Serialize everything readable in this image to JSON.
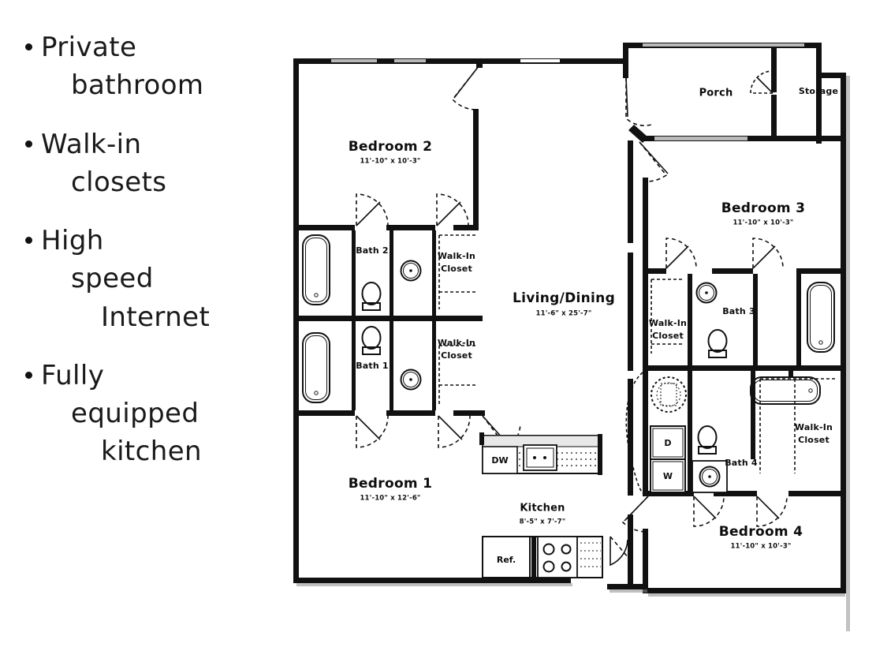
{
  "features": {
    "items": [
      {
        "lines": [
          "Private",
          "bathroom"
        ]
      },
      {
        "lines": [
          "Walk-in",
          "closets"
        ]
      },
      {
        "lines": [
          "High",
          "speed",
          "Internet"
        ]
      },
      {
        "lines": [
          "Fully",
          "equipped",
          "kitchen"
        ]
      }
    ],
    "text_0_line_0": "Private",
    "text_0_line_1": "bathroom",
    "text_1_line_0": "Walk-in",
    "text_1_line_1": "closets",
    "text_2_line_0": "High",
    "text_2_line_1": "speed",
    "text_2_line_2": "Internet",
    "text_3_line_0": "Fully",
    "text_3_line_1": "equipped",
    "text_3_line_2": "kitchen"
  },
  "floorplan": {
    "rooms": {
      "bedroom2": {
        "name": "Bedroom 2",
        "dims": "11'-10\" x 10'-3\""
      },
      "bedroom1": {
        "name": "Bedroom 1",
        "dims": "11'-10\" x 12'-6\""
      },
      "bedroom3": {
        "name": "Bedroom 3",
        "dims": "11'-10\" x 10'-3\""
      },
      "bedroom4": {
        "name": "Bedroom 4",
        "dims": "11'-10\" x 10'-3\""
      },
      "living_dining": {
        "name": "Living/Dining",
        "dims": "11'-6\" x 25'-7\""
      },
      "kitchen": {
        "name": "Kitchen",
        "dims": "8'-5\" x 7'-7\""
      },
      "porch": {
        "name": "Porch",
        "dims": ""
      },
      "storage": {
        "name": "Storage",
        "dims": ""
      },
      "bath1": {
        "name": "Bath 1",
        "dims": ""
      },
      "bath2": {
        "name": "Bath 2",
        "dims": ""
      },
      "bath3": {
        "name": "Bath 3",
        "dims": ""
      },
      "bath4": {
        "name": "Bath 4",
        "dims": ""
      },
      "closet_b2": {
        "name_line1": "Walk-In",
        "name_line2": "Closet"
      },
      "closet_b1": {
        "name_line1": "Walk-In",
        "name_line2": "Closet"
      },
      "closet_b3": {
        "name_line1": "Walk-In",
        "name_line2": "Closet"
      },
      "closet_b4": {
        "name_line1": "Walk-In",
        "name_line2": "Closet"
      }
    },
    "appliances": {
      "dishwasher": "DW",
      "refrigerator": "Ref.",
      "dryer": "D",
      "washer": "W"
    },
    "colors": {
      "wall": "#111111",
      "thin_line": "#2b2b2b",
      "background": "#ffffff",
      "window": "#b9b9b9"
    }
  }
}
